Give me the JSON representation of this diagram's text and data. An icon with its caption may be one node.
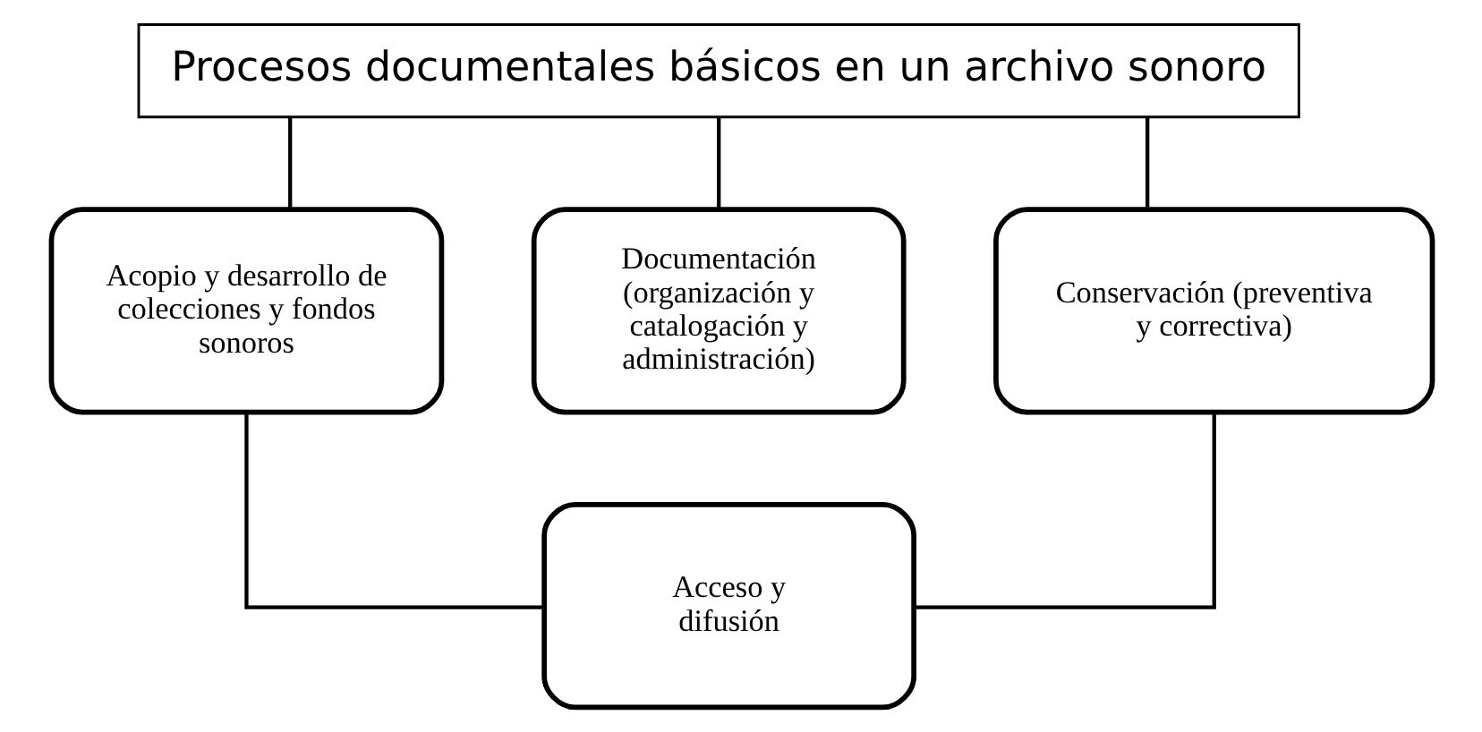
{
  "diagram": {
    "nodes": [
      {
        "text": [
          "Procesos documentales básicos en un archivo sonoro"
        ]
      },
      {
        "text": [
          "Acopio y desarrollo de colecciones y fondos sonoros"
        ]
      },
      {
        "text": [
          "Documentación (organización y catalogación y administración)"
        ]
      },
      {
        "text": [
          "Conservación (preventiva y correctiva)"
        ]
      },
      {
        "text": [
          "Acceso y difusión"
        ]
      }
    ],
    "edges": [
      {
        "from": 0,
        "to": 1,
        "arrow": "none"
      },
      {
        "from": 0,
        "to": 2,
        "arrow": "none"
      },
      {
        "from": 0,
        "to": 3,
        "arrow": "none"
      },
      {
        "from": 1,
        "to": 4,
        "arrow": "none"
      },
      {
        "from": 3,
        "to": 4,
        "arrow": "none"
      }
    ]
  }
}
